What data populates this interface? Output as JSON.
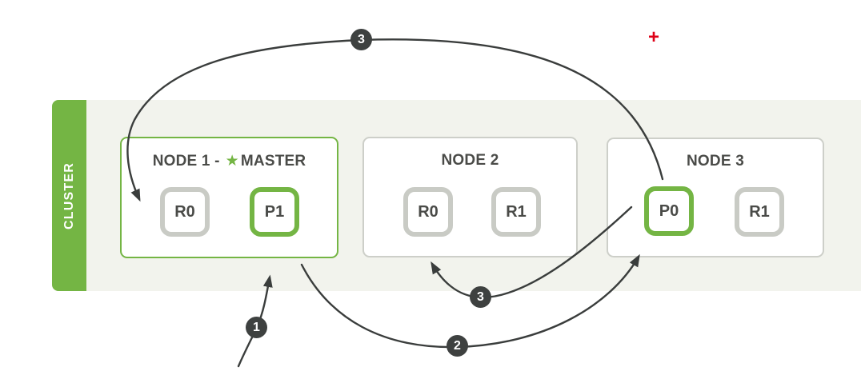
{
  "diagram": {
    "cluster_label": "CLUSTER",
    "nodes": [
      {
        "title_prefix": "NODE 1 -",
        "master_star": "★",
        "title_suffix": "MASTER",
        "shards": [
          {
            "label": "R0",
            "type": "replica"
          },
          {
            "label": "P1",
            "type": "primary"
          }
        ]
      },
      {
        "title_prefix": "NODE 2",
        "master_star": "",
        "title_suffix": "",
        "shards": [
          {
            "label": "R0",
            "type": "replica"
          },
          {
            "label": "R1",
            "type": "replica"
          }
        ]
      },
      {
        "title_prefix": "NODE 3",
        "master_star": "",
        "title_suffix": "",
        "shards": [
          {
            "label": "P0",
            "type": "primary"
          },
          {
            "label": "R1",
            "type": "replica"
          }
        ]
      }
    ],
    "step_badges": [
      {
        "step": "3"
      },
      {
        "step": "1"
      },
      {
        "step": "2"
      },
      {
        "step": "3"
      }
    ],
    "cursor_mark": "+",
    "colors": {
      "green": "#74B544",
      "panel_bg": "#F2F3ED",
      "gray_border": "#C9CBC5",
      "badge_bg": "#3E4140",
      "arrow": "#3A3D3C",
      "text": "#4A4B48",
      "cursor_red": "#DE0117"
    }
  }
}
